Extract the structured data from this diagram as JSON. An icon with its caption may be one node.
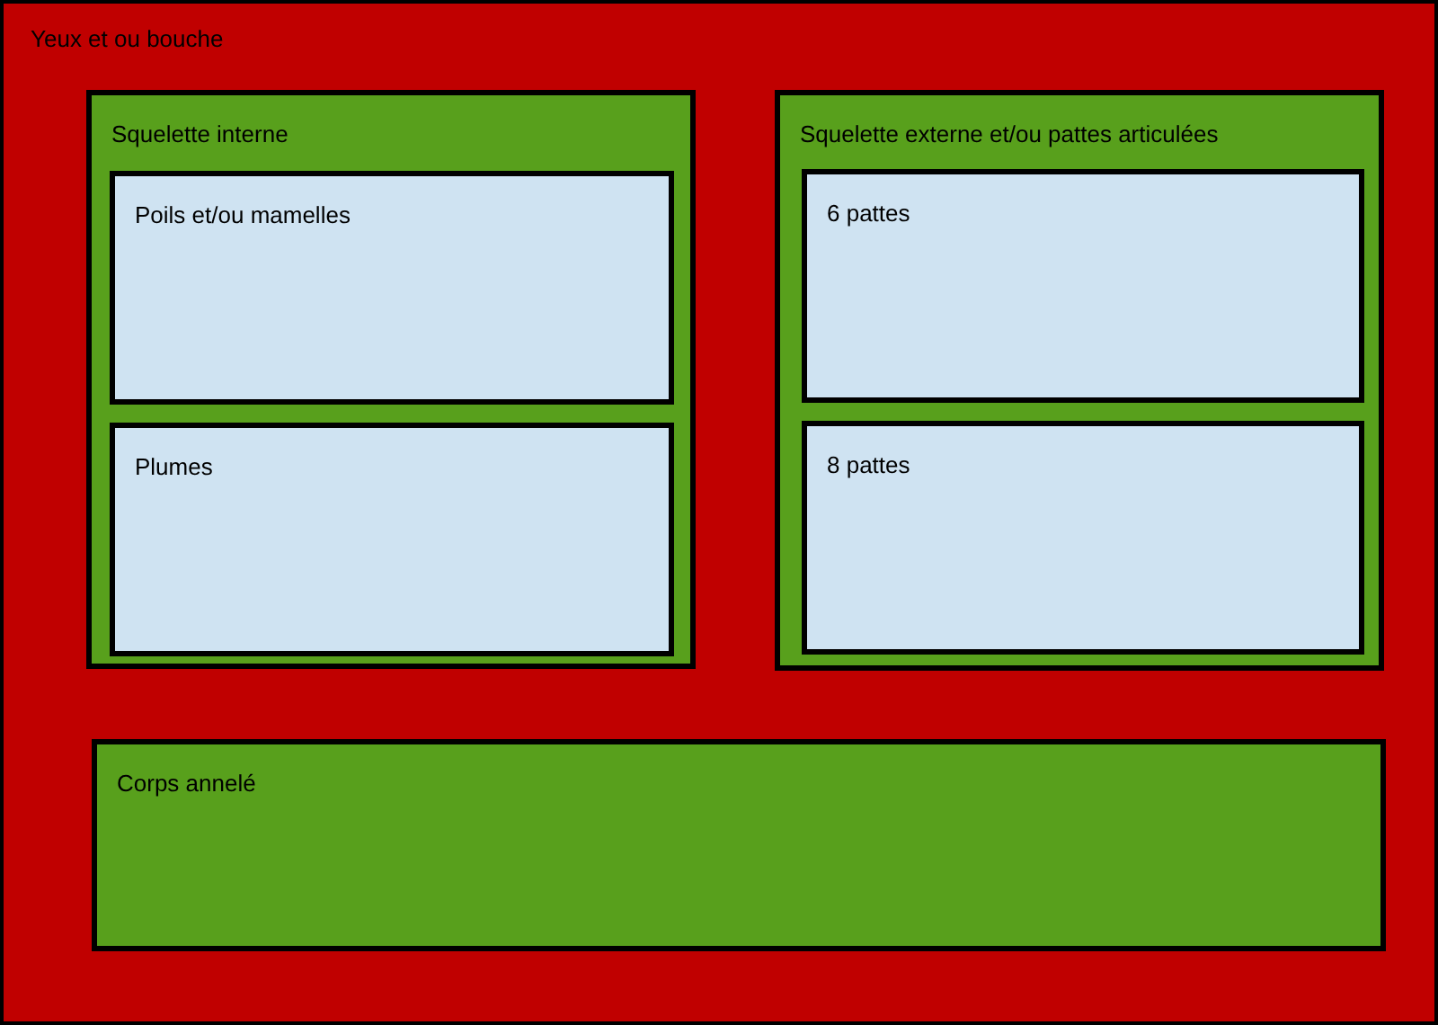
{
  "diagram": {
    "nodes": [
      {
        "text": [
          "Yeux et ou bouche"
        ]
      },
      {
        "text": [
          "Squelette interne"
        ],
        "in": 0
      },
      {
        "text": [
          "Poils et/ou mamelles"
        ],
        "in": 1
      },
      {
        "text": [
          "Plumes"
        ],
        "in": 1
      },
      {
        "text": [
          "Squelette externe et/ou pattes articulées"
        ],
        "in": 0
      },
      {
        "text": [
          "6 pattes"
        ],
        "in": 4
      },
      {
        "text": [
          "8 pattes"
        ],
        "in": 4
      },
      {
        "text": [
          "Corps annelé"
        ],
        "in": 0
      }
    ]
  }
}
